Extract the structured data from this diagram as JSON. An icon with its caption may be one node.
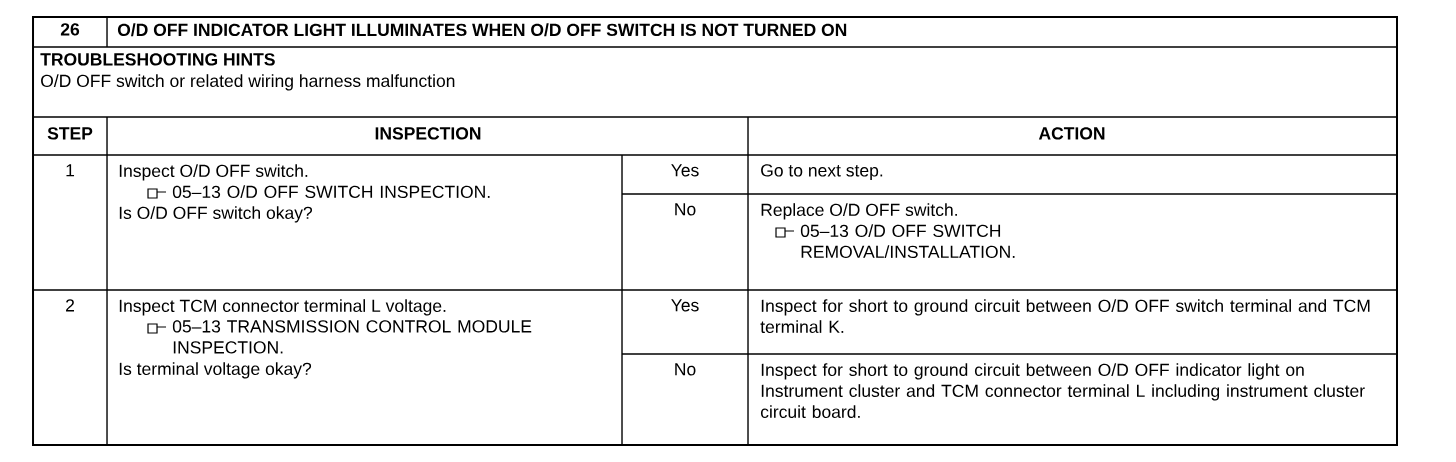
{
  "diagram": {
    "labels": [
      "26",
      "O/D OFF INDICATOR LIGHT ILLUMINATES WHEN O/D OFF SWITCH IS NOT TURNED ON",
      "TROUBLESHOOTING HINTS",
      "O/D OFF switch or related wiring harness malfunction",
      "STEP",
      "INSPECTION",
      "ACTION",
      "1",
      "Inspect O/D OFF switch.",
      "05–13 O/D OFF SWITCH INSPECTION.",
      "Is O/D OFF switch okay?",
      "Yes",
      "Go to next step.",
      "No",
      "Replace O/D OFF switch.",
      "05–13 O/D OFF SWITCH REMOVAL/INSTALLATION.",
      "2",
      "Inspect TCM connector terminal L voltage.",
      "05–13 TRANSMISSION CONTROL MODULE INSPECTION.",
      "Is terminal voltage okay?",
      "Yes",
      "Inspect for short to ground circuit between O/D OFF switch terminal and TCM terminal K.",
      "No",
      "Inspect for short to ground circuit between O/D OFF indicator light on Instrument cluster and TCM connector terminal L including instrument cluster circuit board."
    ]
  }
}
